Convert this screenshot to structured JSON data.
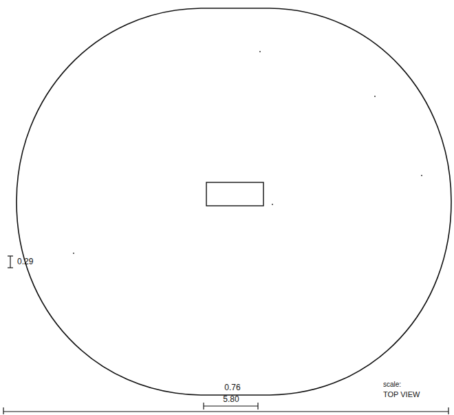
{
  "diagram": {
    "labels": [
      "0.29",
      "0.76",
      "5.80",
      "scale:",
      "TOP VIEW"
    ]
  }
}
